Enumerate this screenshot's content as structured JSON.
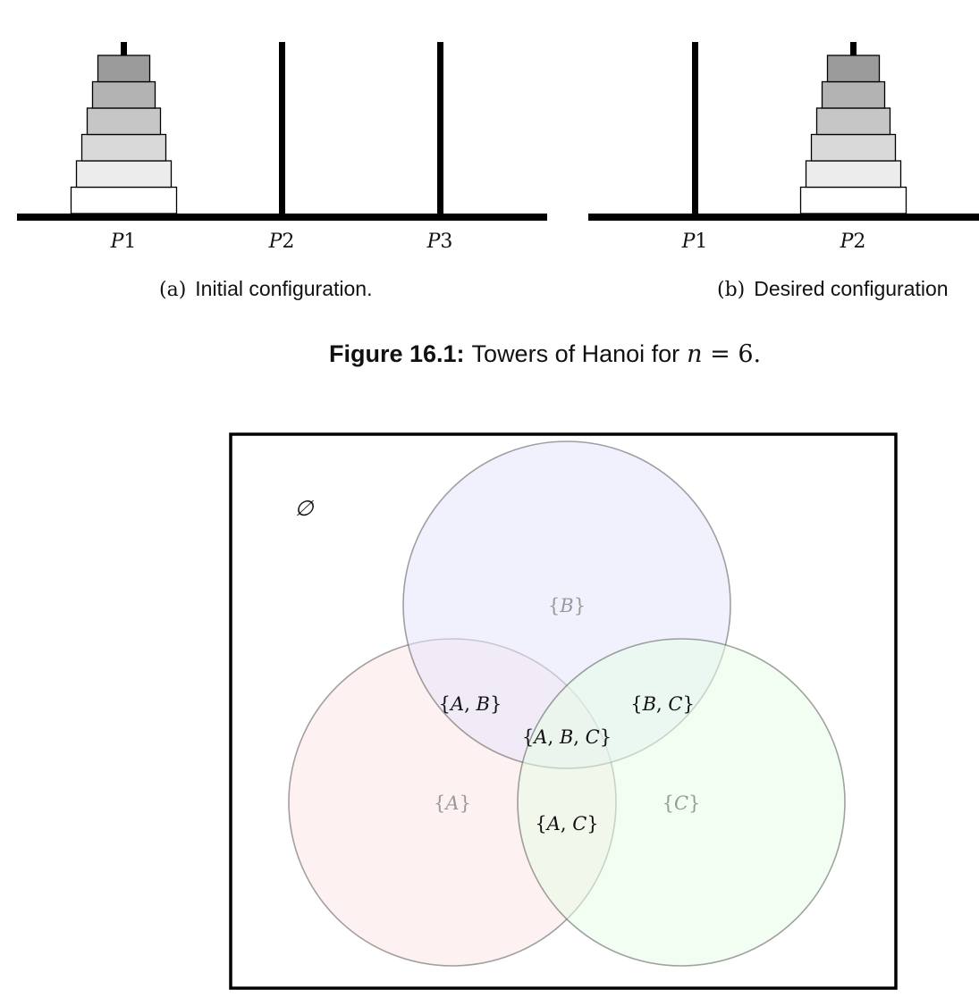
{
  "hanoi": {
    "disk_count": 6,
    "disk_fills": [
      "#ffffff",
      "#ececec",
      "#d9d9d9",
      "#c6c6c6",
      "#b3b3b3",
      "#9b9b9b"
    ],
    "panel_a": {
      "tag": "(a)",
      "caption": "Initial configuration.",
      "pegs": [
        {
          "letter": "P",
          "number": "1",
          "disks": 6
        },
        {
          "letter": "P",
          "number": "2",
          "disks": 0
        },
        {
          "letter": "P",
          "number": "3",
          "disks": 0
        }
      ]
    },
    "panel_b": {
      "tag": "(b)",
      "caption": "Desired configuration",
      "pegs": [
        {
          "letter": "P",
          "number": "1",
          "disks": 0
        },
        {
          "letter": "P",
          "number": "2",
          "disks": 6
        }
      ]
    }
  },
  "figure_caption": {
    "label": "Figure 16.1:",
    "text": "Towers of Hanoi for",
    "math_var": "n",
    "math_rest": " = 6."
  },
  "venn": {
    "empty_set": "∅",
    "circles": [
      {
        "id": "A",
        "fill": "#fde6e6"
      },
      {
        "id": "B",
        "fill": "#e6e6fd"
      },
      {
        "id": "C",
        "fill": "#e6fde6"
      }
    ],
    "regions": {
      "B": {
        "open": "{",
        "items": [
          "B"
        ],
        "close": "}",
        "faded": true
      },
      "A": {
        "open": "{",
        "items": [
          "A"
        ],
        "close": "}",
        "faded": true
      },
      "C": {
        "open": "{",
        "items": [
          "C"
        ],
        "close": "}",
        "faded": true
      },
      "AB": {
        "open": "{",
        "items": [
          "A",
          "B"
        ],
        "close": "}",
        "faded": false
      },
      "BC": {
        "open": "{",
        "items": [
          "B",
          "C"
        ],
        "close": "}",
        "faded": false
      },
      "ABC": {
        "open": "{",
        "items": [
          "A",
          "B",
          "C"
        ],
        "close": "}",
        "faded": false
      },
      "AC": {
        "open": "{",
        "items": [
          "A",
          "C"
        ],
        "close": "}",
        "faded": false
      }
    }
  }
}
